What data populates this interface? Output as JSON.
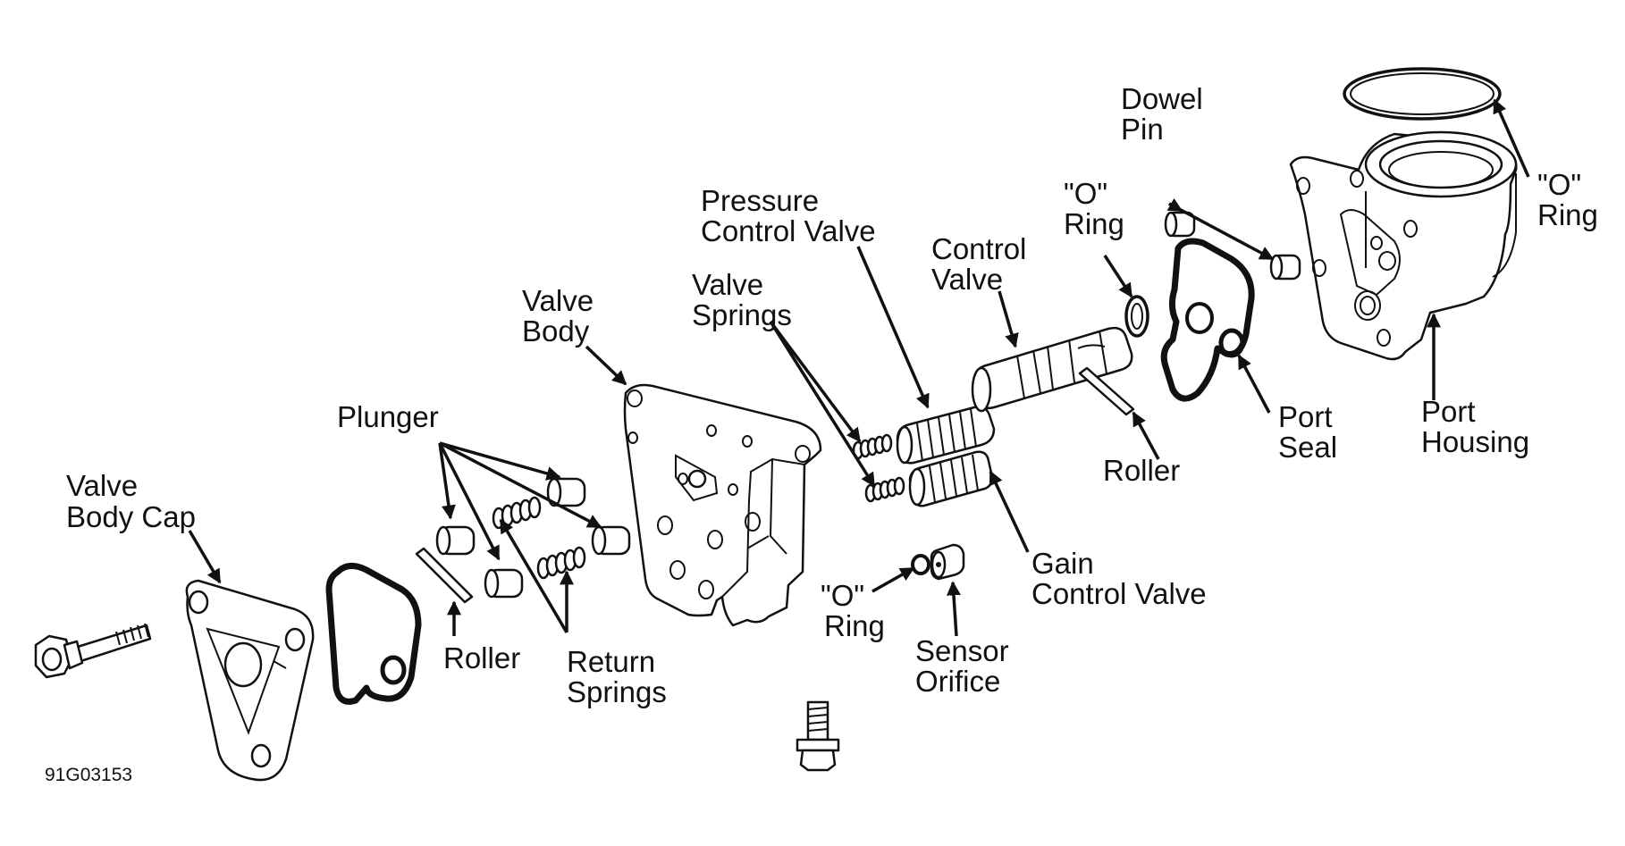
{
  "labels": {
    "valve_body_cap": [
      "Valve",
      "Body Cap"
    ],
    "plunger": "Plunger",
    "roller_left": "Roller",
    "return_springs": [
      "Return",
      "Springs"
    ],
    "valve_body": [
      "Valve",
      "Body"
    ],
    "valve_springs": [
      "Valve",
      "Springs"
    ],
    "pressure_control_valve": [
      "Pressure",
      "Control Valve"
    ],
    "control_valve": [
      "Control",
      "Valve"
    ],
    "o_ring_mid": [
      "\"O\"",
      "Ring"
    ],
    "roller_right": "Roller",
    "dowel_pin": [
      "Dowel",
      "Pin"
    ],
    "port_seal": [
      "Port",
      "Seal"
    ],
    "port_housing": [
      "Port",
      "Housing"
    ],
    "o_ring_top": [
      "\"O\"",
      "Ring"
    ],
    "gain_control_valve": [
      "Gain",
      "Control Valve"
    ],
    "o_ring_bottom": [
      "\"O\"",
      "Ring"
    ],
    "sensor_orifice": [
      "Sensor",
      "Orifice"
    ]
  },
  "figure_code": "91G03153"
}
